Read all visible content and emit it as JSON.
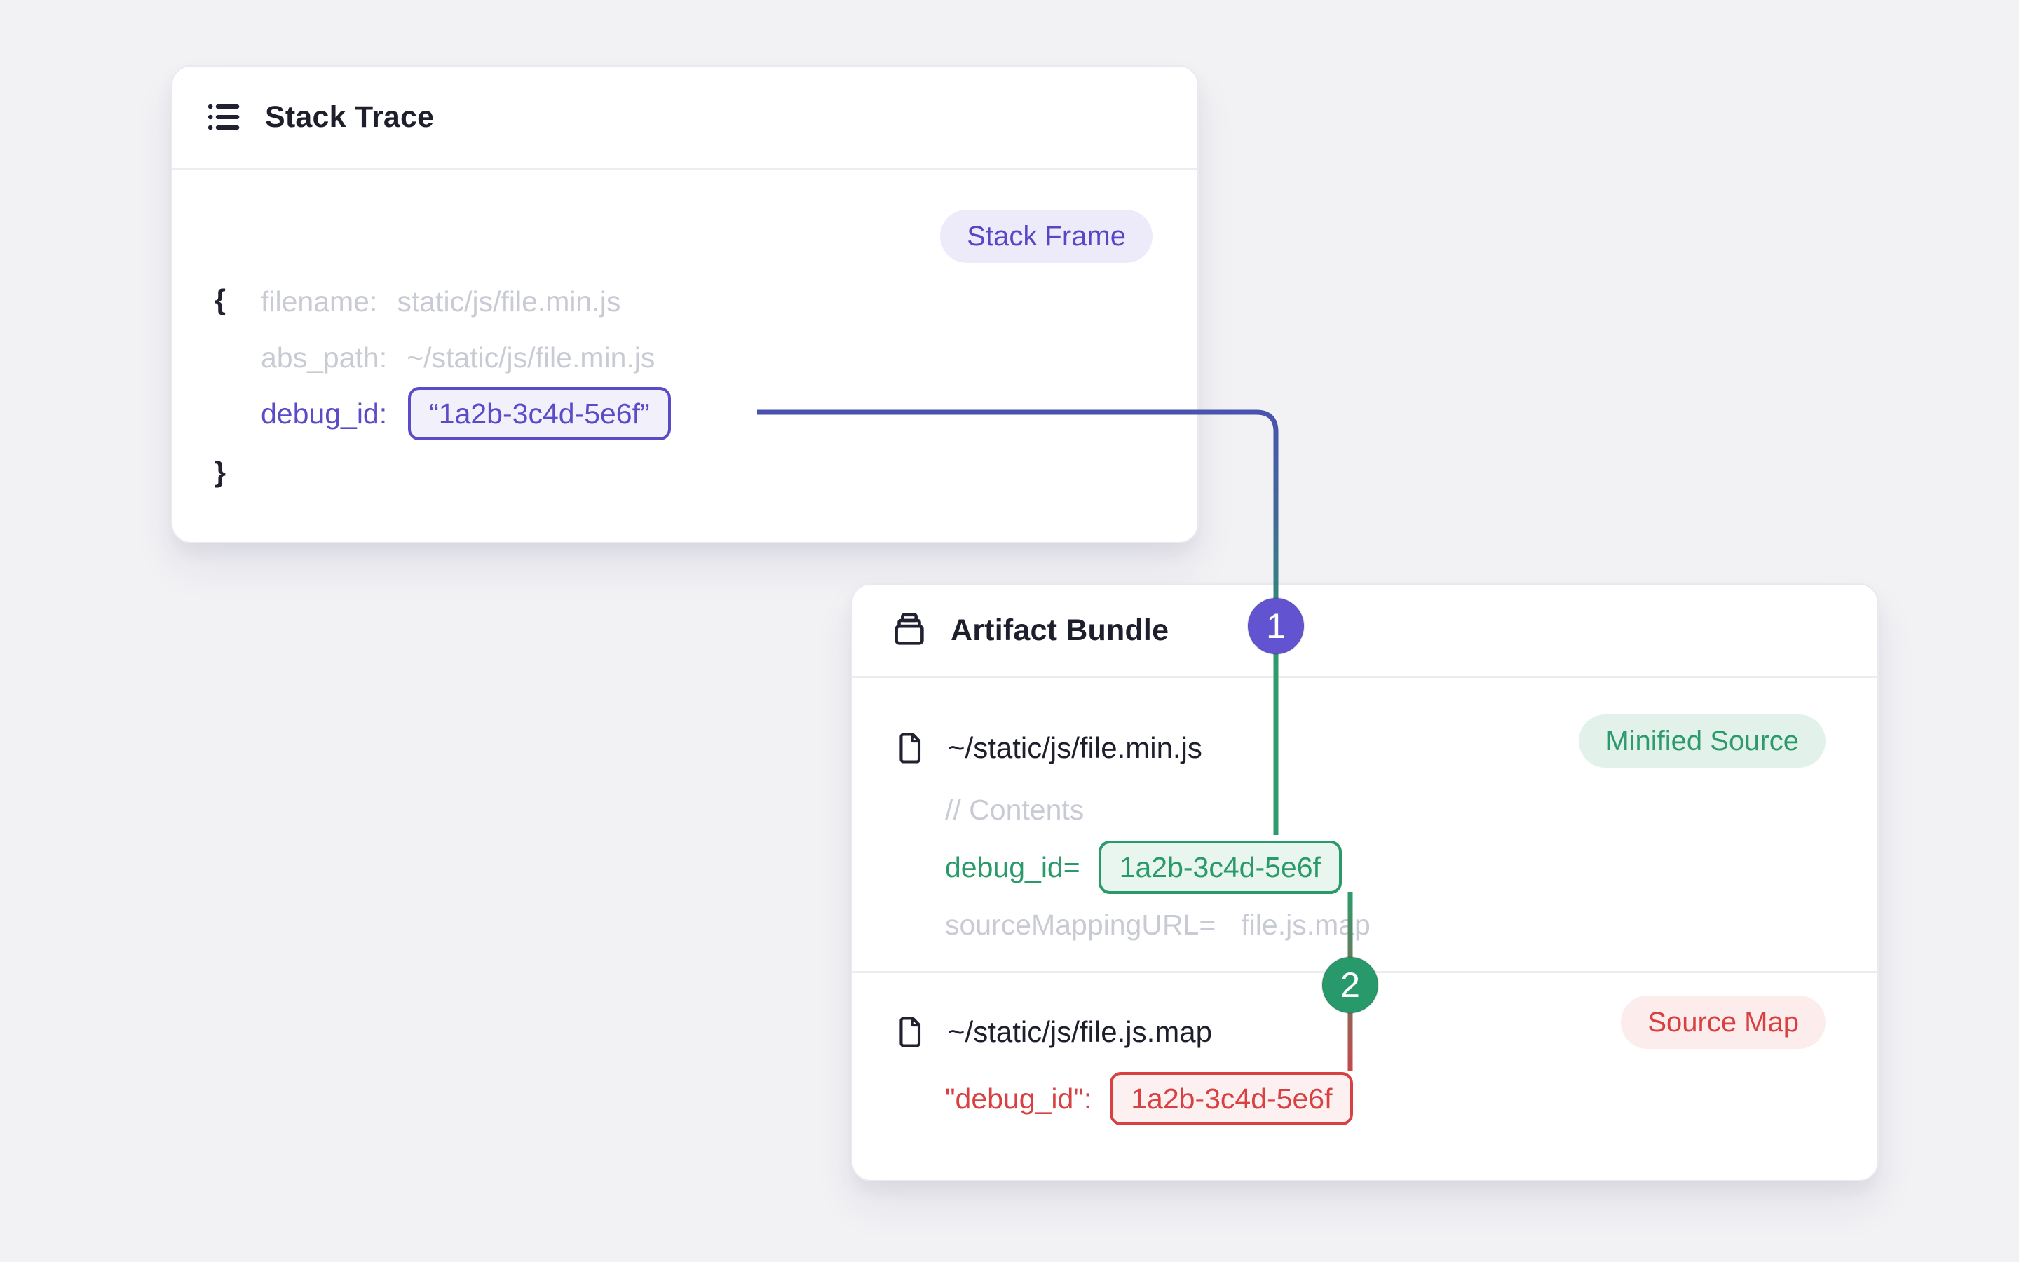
{
  "colors": {
    "page_bg": "#f2f2f5",
    "card_bg": "#ffffff",
    "ink": "#212231",
    "muted_text": "#c9cbd4",
    "accent_purple": "#5a4bc8",
    "accent_green": "#2b9a6b",
    "accent_red": "#d84042",
    "line_indigo": "#4953ae",
    "line_green": "#2d9b6b",
    "line_red": "#c4494b",
    "marker1_fill": "#6254d0",
    "marker2_fill": "#27996a"
  },
  "stack_trace": {
    "title": "Stack Trace",
    "badge": "Stack Frame",
    "brace_open": "{",
    "brace_close": "}",
    "rows": [
      {
        "label": "filename:",
        "value": "static/js/file.min.js"
      },
      {
        "label": "abs_path:",
        "value": "~/static/js/file.min.js"
      },
      {
        "label": "debug_id:",
        "value": "“1a2b-3c4d-5e6f”"
      }
    ]
  },
  "artifact_bundle": {
    "title": "Artifact Bundle",
    "files": [
      {
        "name": "~/static/js/file.min.js",
        "badge": "Minified Source",
        "comment": "// Contents",
        "debug_label": "debug_id=",
        "debug_value": "1a2b-3c4d-5e6f",
        "srcmap_label": "sourceMappingURL=",
        "srcmap_value": "file.js.map"
      },
      {
        "name": "~/static/js/file.js.map",
        "badge": "Source Map",
        "debug_label": "\"debug_id\":",
        "debug_value": "1a2b-3c4d-5e6f"
      }
    ]
  },
  "connectors": {
    "step1": "1",
    "step2": "2"
  }
}
